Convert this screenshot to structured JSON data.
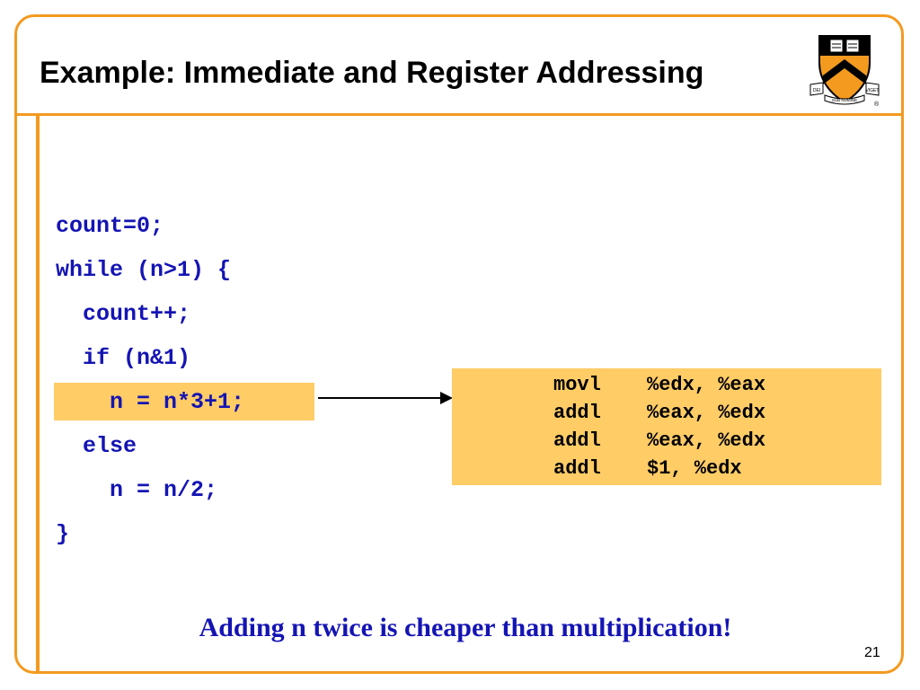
{
  "slide": {
    "title": "Example: Immediate and Register Addressing",
    "page_number": "21",
    "caption": "Adding n twice is cheaper than multiplication!",
    "accent_color": "#f39a1f",
    "code_color": "#1414b4",
    "highlight_color": "#ffcc66"
  },
  "logo": {
    "icon": "princeton-shield-icon",
    "ribbon_left": "DEI",
    "ribbon_center": "SUB NUMINE",
    "ribbon_right": "VIGET",
    "registered_mark": "®"
  },
  "code": {
    "lines": [
      "count=0;",
      "while (n>1) {",
      "  count++;",
      "  if (n&1)",
      "    n = n*3+1;",
      "  else",
      "    n = n/2;",
      "}"
    ],
    "highlighted_line": 4
  },
  "assembly": [
    {
      "op": "movl",
      "args": "%edx, %eax"
    },
    {
      "op": "addl",
      "args": "%eax, %edx"
    },
    {
      "op": "addl",
      "args": "%eax, %edx"
    },
    {
      "op": "addl",
      "args": "$1, %edx"
    }
  ]
}
